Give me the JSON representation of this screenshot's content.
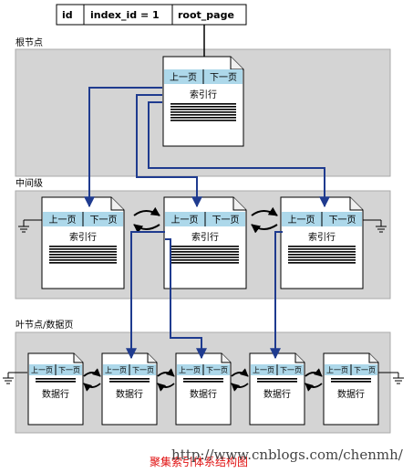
{
  "header": {
    "col_id": "id",
    "col_index_id": "index_id = 1",
    "col_root_page": "root_page"
  },
  "levels": {
    "root": "根节点",
    "intermediate": "中间级",
    "leaf": "叶节点/数据页"
  },
  "page": {
    "prev": "上一页",
    "next": "下一页",
    "index_rows": "索引行",
    "data_rows": "数据行"
  },
  "caption": "聚集索引体系结构图",
  "watermark": "http://www.cnblogs.com/chenmh/",
  "colors": {
    "band_fill": "#d4d4d4",
    "header_bar": "#add8ea",
    "arrow": "#1f3b8f",
    "caption": "#e01010"
  }
}
